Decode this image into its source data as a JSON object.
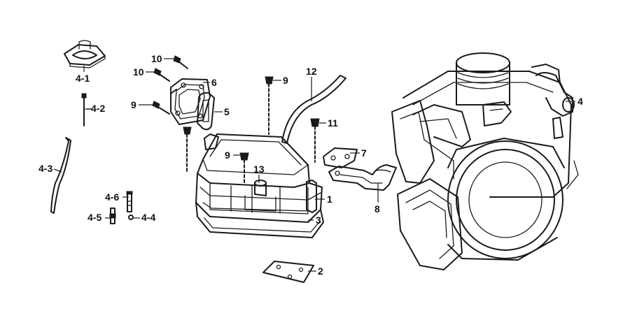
{
  "callouts": {
    "c1": "1",
    "c2": "2",
    "c3": "3",
    "c4": "4",
    "c4_1": "4-1",
    "c4_2": "4-2",
    "c4_3": "4-3",
    "c4_4": "4-4",
    "c4_5": "4-5",
    "c4_6": "4-6",
    "c5": "5",
    "c6": "6",
    "c7": "7",
    "c8": "8",
    "c9a": "9",
    "c9b": "9",
    "c9c": "9",
    "c10a": "10",
    "c10b": "10",
    "c11": "11",
    "c12": "12",
    "c13": "13"
  },
  "colors": {
    "ink": "#1a1a1a",
    "background": "#ffffff"
  }
}
